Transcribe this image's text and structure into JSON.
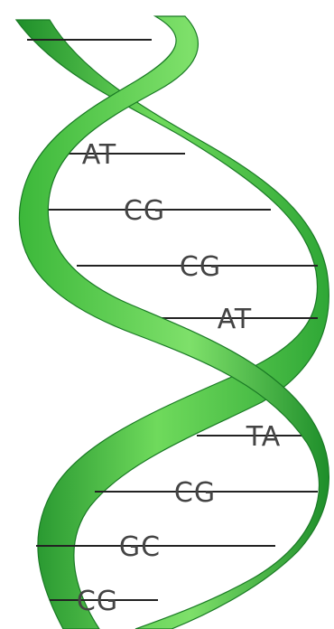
{
  "colors": {
    "background": "#ffffff",
    "strand_light": "#6fda5c",
    "strand_mid": "#3cb83a",
    "strand_dark": "#1e8e2a",
    "rung": "#222222",
    "label": "#444444"
  },
  "base_pairs": [
    {
      "label": ""
    },
    {
      "label": "AT"
    },
    {
      "label": "CG"
    },
    {
      "label": "CG"
    },
    {
      "label": "AT"
    },
    {
      "label": "TA"
    },
    {
      "label": "CG"
    },
    {
      "label": "GC"
    },
    {
      "label": "CG"
    }
  ]
}
